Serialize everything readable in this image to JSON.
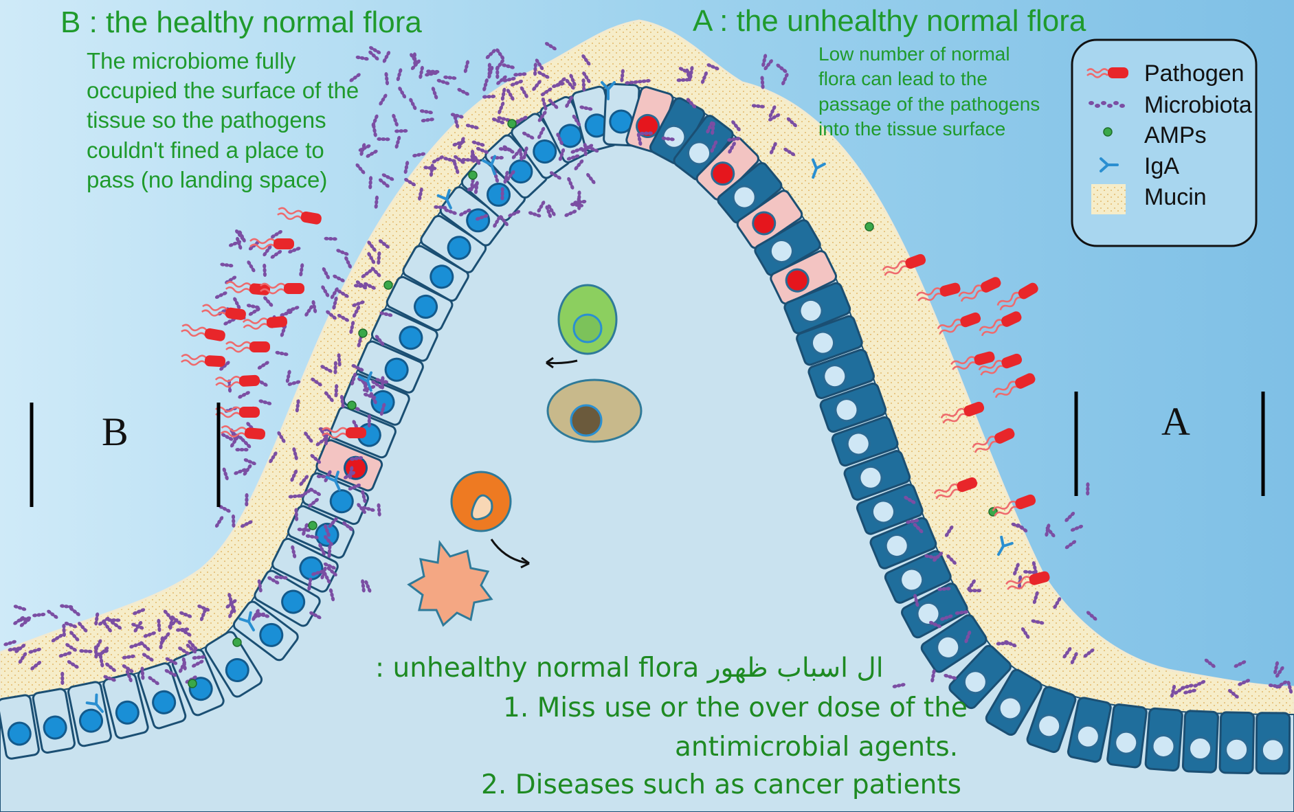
{
  "headings": {
    "healthy": "B : the healthy normal flora",
    "unhealthy": "A : the unhealthy normal flora"
  },
  "healthy_note": [
    "The microbiome fully",
    "occupied the surface of the",
    "tissue so the pathogens",
    "couldn't fined a place to",
    "pass (no landing space)"
  ],
  "unhealthy_note": [
    "Low number of normal",
    "flora can lead to the",
    "passage of the pathogens",
    "into the tissue surface"
  ],
  "legend": {
    "items": [
      {
        "label": "Pathogen",
        "icon": "pathogen-icon",
        "color": "#e8262a"
      },
      {
        "label": "Microbiota",
        "icon": "microbiota-icon",
        "color": "#7b4ea3"
      },
      {
        "label": "AMPs",
        "icon": "amps-icon",
        "color": "#3aa84a"
      },
      {
        "label": "IgA",
        "icon": "iga-icon",
        "color": "#2a8fd1"
      },
      {
        "label": "Mucin",
        "icon": "mucin-icon",
        "color": "#f2e6b8"
      }
    ]
  },
  "side_labels": {
    "left": "B",
    "right": "A"
  },
  "causes": {
    "title": ": unhealthy normal flora ال اسباب ظهور",
    "items": [
      "1. Miss use or the over dose of the",
      "antimicrobial agents.",
      "2. Diseases such as cancer patients"
    ]
  },
  "colors": {
    "sky": "#a9d8f0",
    "cell_light": "#c9e2ef",
    "cell_dark": "#1f6e9c",
    "nucleus": "#1a8fd6",
    "lamina": "#e7e0ee",
    "text_green": "#1f9a2c"
  }
}
